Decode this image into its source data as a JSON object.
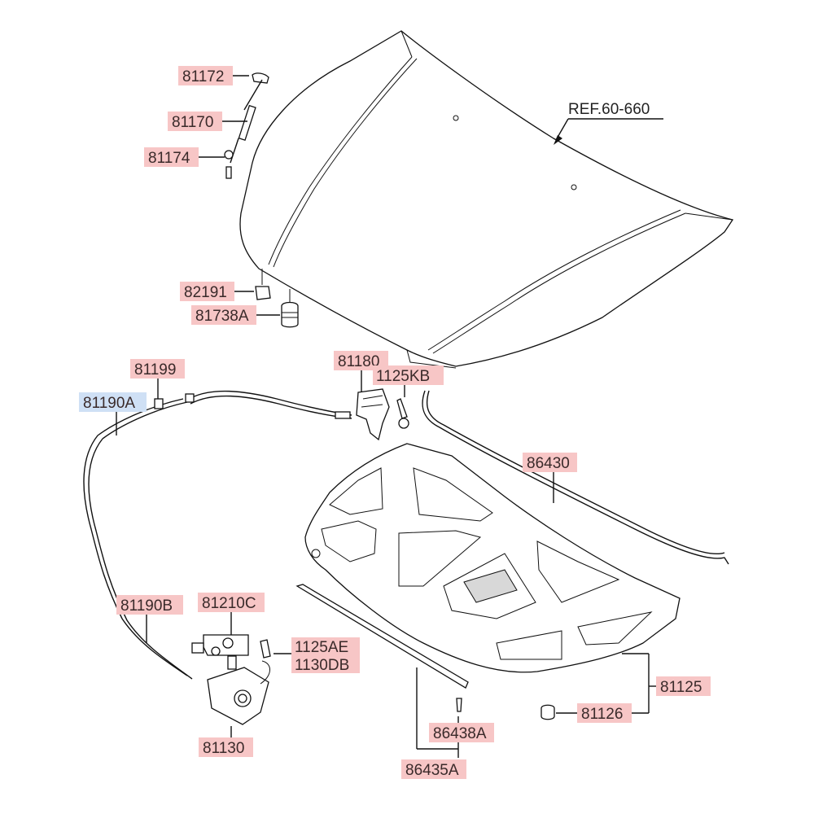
{
  "diagram": {
    "ref_label": "REF.60-660",
    "colors": {
      "label_box": "#f7c6c6",
      "label_box_selected": "#cfe0f5",
      "line": "#111111"
    },
    "labels": {
      "p81172": "81172",
      "p81170": "81170",
      "p81174": "81174",
      "p82191": "82191",
      "p81738A": "81738A",
      "p81199": "81199",
      "p81190A": "81190A",
      "p81180": "81180",
      "p1125KB": "1125KB",
      "p86430": "86430",
      "p81190B": "81190B",
      "p81210C": "81210C",
      "p1125AE": "1125AE",
      "p1130DB": "1130DB",
      "p81130": "81130",
      "p86438A": "86438A",
      "p86435A": "86435A",
      "p81125": "81125",
      "p81126": "81126"
    },
    "selected_part": "81190A"
  }
}
